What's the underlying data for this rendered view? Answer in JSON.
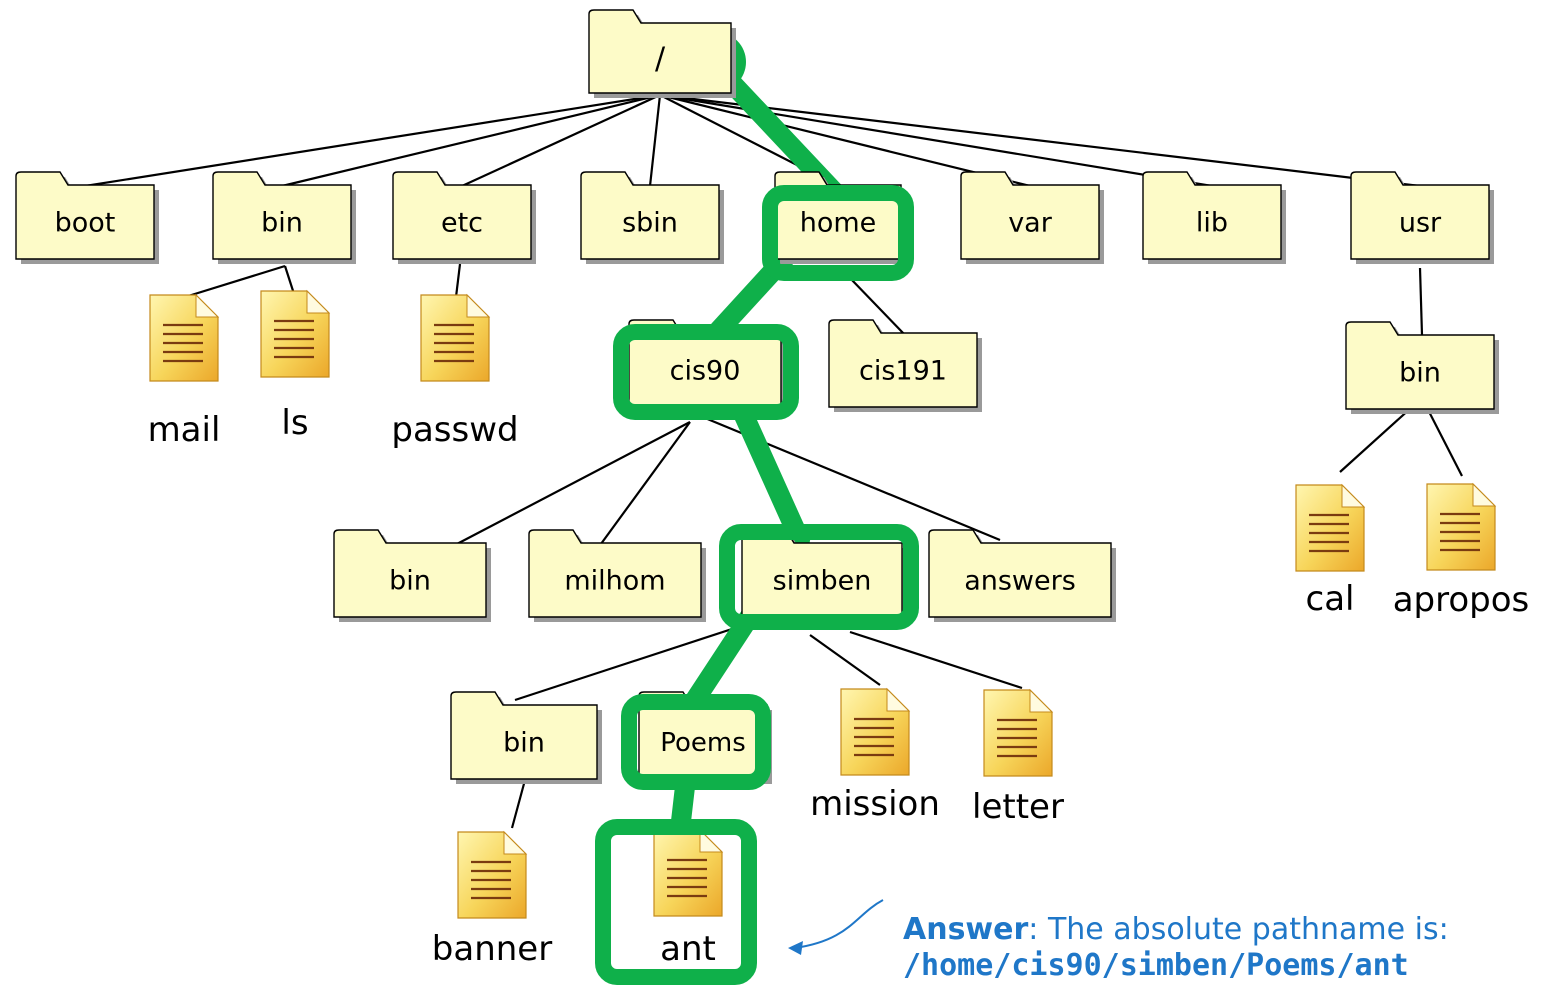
{
  "tree": {
    "root": {
      "label": "/"
    },
    "top_dirs": [
      "boot",
      "bin",
      "etc",
      "sbin",
      "home",
      "var",
      "lib",
      "usr"
    ],
    "bin_files": [
      "mail",
      "ls"
    ],
    "etc_files": [
      "passwd"
    ],
    "home_dirs": [
      "cis90",
      "cis191"
    ],
    "cis90_dirs": [
      "bin",
      "milhom",
      "simben",
      "answers"
    ],
    "simben_dirs": [
      "bin",
      "Poems"
    ],
    "simben_files": [
      "mission",
      "letter"
    ],
    "simben_bin_files": [
      "banner"
    ],
    "poems_files": [
      "ant"
    ],
    "usr_dirs": [
      "bin"
    ],
    "usr_bin_files": [
      "cal",
      "apropos"
    ]
  },
  "highlight_path": [
    "/",
    "home",
    "cis90",
    "simben",
    "Poems",
    "ant"
  ],
  "colors": {
    "folder_fill": "#fdfbc8",
    "folder_shadow": "#9a9a9a",
    "highlight": "#0fb04a",
    "answer_text": "#1f77c8",
    "file_fill": "#f5c542",
    "file_lines": "#7a3b10"
  },
  "answer": {
    "label": "Answer",
    "text": ": The absolute pathname is:",
    "path": "/home/cis90/simben/Poems/ant"
  }
}
